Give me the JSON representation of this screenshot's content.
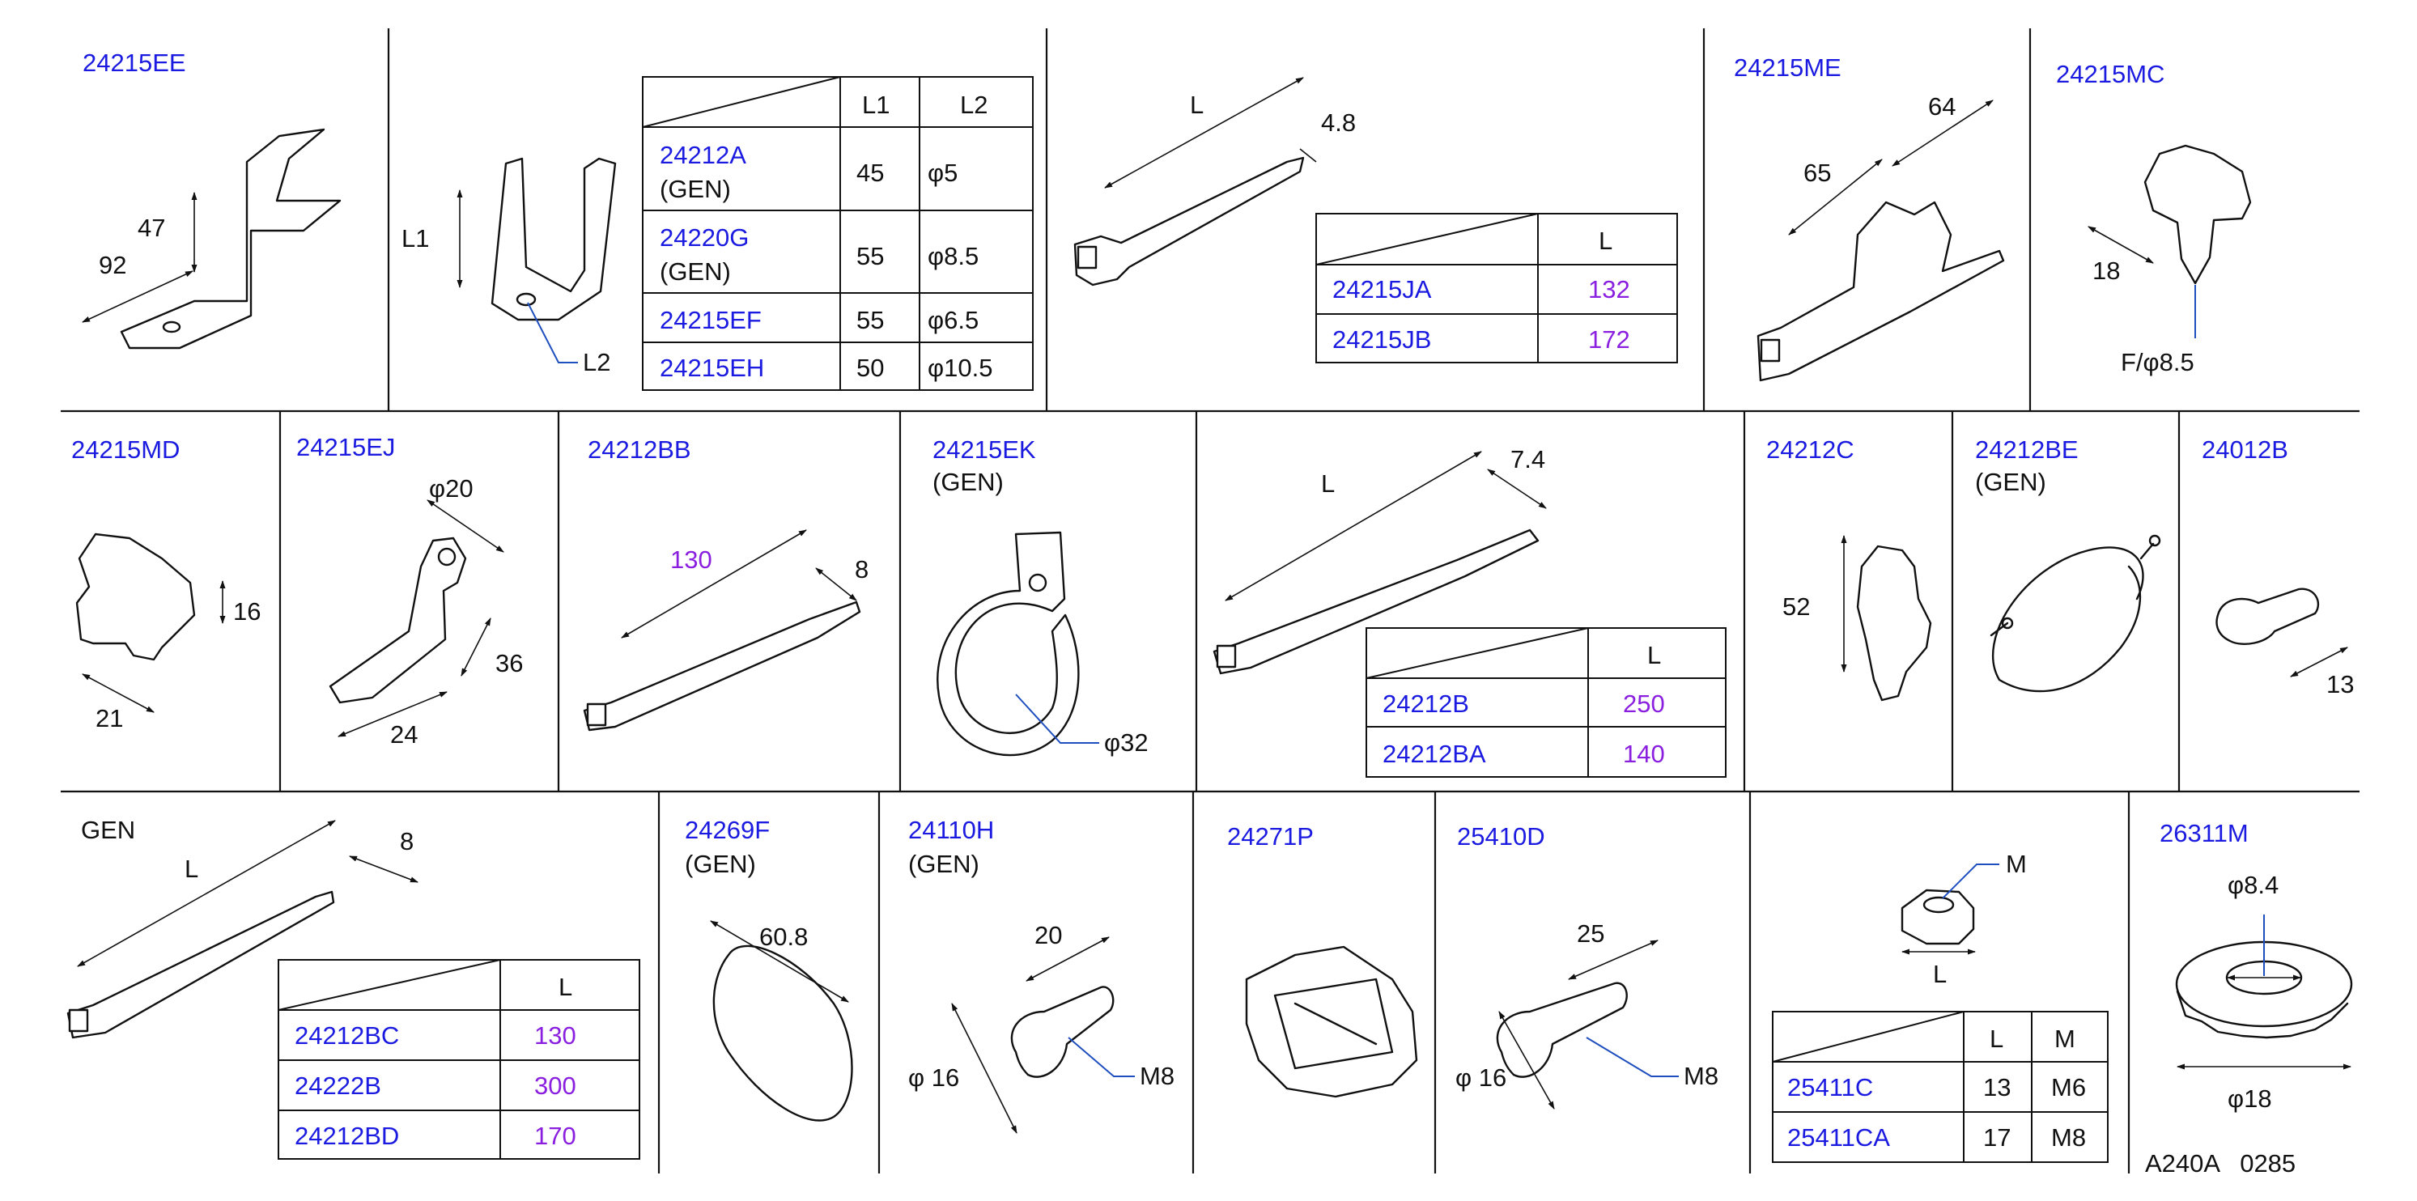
{
  "parts": {
    "p24215EE": "24215EE",
    "p24215ME": "24215ME",
    "p24215MC": "24215MC",
    "p24215MD": "24215MD",
    "p24215EJ": "24215EJ",
    "p24212BB": "24212BB",
    "p24215EK": "24215EK",
    "p24212C": "24212C",
    "p24212BE": "24212BE",
    "p24012B": "24012B",
    "p24269F": "24269F",
    "p24110H": "24110H",
    "p24271P": "24271P",
    "p25410D": "25410D",
    "p26311M": "26311M",
    "gen": "(GEN)",
    "gen_plain": "GEN"
  },
  "dims": {
    "d47": "47",
    "d92": "92",
    "L1": "L1",
    "L2": "L2",
    "L": "L",
    "d4_8": "4.8",
    "d64": "64",
    "d65": "65",
    "d18": "18",
    "f8_5": "F/φ8.5",
    "d16": "16",
    "d21": "21",
    "f20": "φ20",
    "d36": "36",
    "d24": "24",
    "d130": "130",
    "d8": "8",
    "f32": "φ32",
    "d7_4": "7.4",
    "d52": "52",
    "d13": "13",
    "d60_8": "60.8",
    "d20": "20",
    "phi16": "φ 16",
    "M8": "M8",
    "d25": "25",
    "M": "M",
    "f8_4": "φ8.4",
    "f18": "φ18"
  },
  "table_l1l2": {
    "headers": [
      "L1",
      "L2"
    ],
    "rows": [
      {
        "part": "24212A",
        "note": "(GEN)",
        "l1": "45",
        "l2": "φ5"
      },
      {
        "part": "24220G",
        "note": "(GEN)",
        "l1": "55",
        "l2": "φ8.5"
      },
      {
        "part": "24215EF",
        "note": "",
        "l1": "55",
        "l2": "φ6.5"
      },
      {
        "part": "24215EH",
        "note": "",
        "l1": "50",
        "l2": "φ10.5"
      }
    ]
  },
  "table_ja": {
    "header": "L",
    "rows": [
      {
        "part": "24215JA",
        "l": "132"
      },
      {
        "part": "24215JB",
        "l": "172"
      }
    ]
  },
  "table_b": {
    "header": "L",
    "rows": [
      {
        "part": "24212B",
        "l": "250"
      },
      {
        "part": "24212BA",
        "l": "140"
      }
    ]
  },
  "table_bc": {
    "header": "L",
    "rows": [
      {
        "part": "24212BC",
        "l": "130"
      },
      {
        "part": "24222B",
        "l": "300"
      },
      {
        "part": "24212BD",
        "l": "170"
      }
    ]
  },
  "table_c": {
    "headers": [
      "L",
      "M"
    ],
    "rows": [
      {
        "part": "25411C",
        "l": "13",
        "m": "M6"
      },
      {
        "part": "25411CA",
        "l": "17",
        "m": "M8"
      }
    ]
  },
  "footer": {
    "code": "A240A   0285"
  },
  "colors": {
    "part_number": "#1a1ae0",
    "table_value": "#8a1fe0",
    "leader": "#1f4fbf",
    "line": "#111111"
  }
}
